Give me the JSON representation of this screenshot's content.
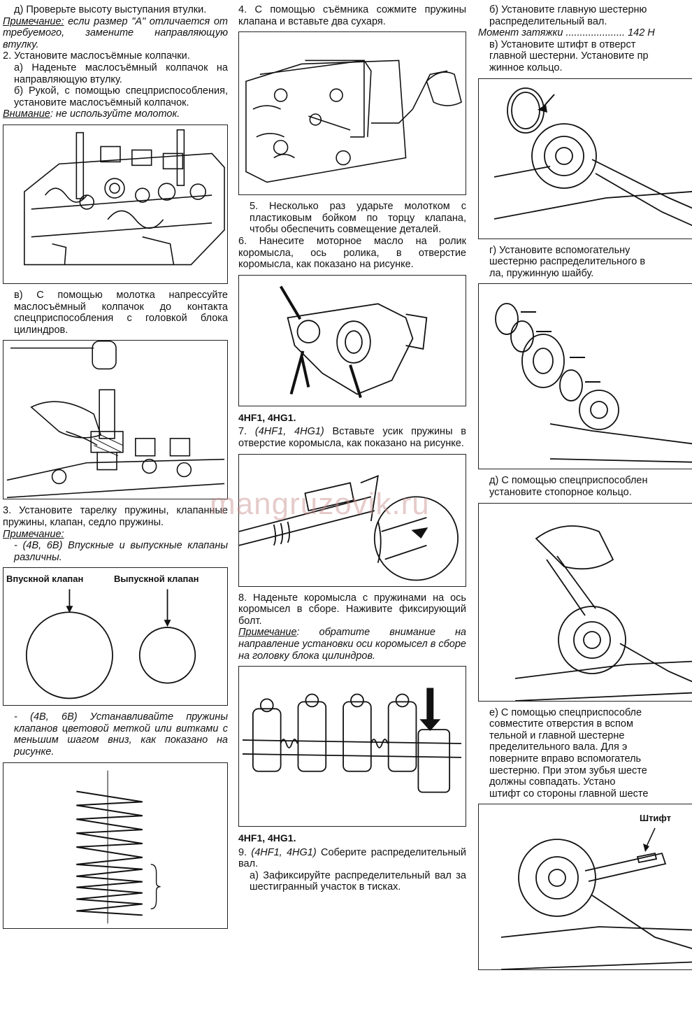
{
  "col1": {
    "p_d": "д) Проверьте высоту выступания втулки.",
    "note1_label": "Примечание:",
    "note1_text": " если размер \"А\" отличается от требуемого, замените направляющую втулку.",
    "s2": "2. Установите маслосъёмные колпачки.",
    "s2a": "а) Наденьте маслосъёмный колпачок на направляющую втулку.",
    "s2b": "б) Рукой, с помощью спецприспособления, установите маслосъёмный колпачок.",
    "warn_label": "Внимание",
    "warn_text": ": не используйте молоток.",
    "s2v": "в) С помощью молотка напрессуйте маслосъёмный колпачок до контакта спецприспособления с головкой блока цилиндров.",
    "s3": "3. Установите тарелку пружины, клапанные пружины, клапан, седло пружины.",
    "note2_label": "Примечание:",
    "note2_item": "- (4В, 6В) Впускные и выпускные клапаны различны.",
    "valve_in": "Впускной клапан",
    "valve_out": "Выпускной клапан",
    "spring_note": "- (4В, 6В) Устанавливайте пружины клапанов цветовой меткой или витками с меньшим шагом вниз, как показано на рисунке."
  },
  "col2": {
    "s4": "4. С помощью съёмника сожмите пружины клапана и вставьте два сухаря.",
    "s5": "5. Несколько раз ударьте молотком с пластиковым бойком по торцу клапана, чтобы обеспечить совмещение деталей.",
    "s6": "6. Нанесите моторное масло на ролик коромысла, ось ролика, в отверстие коромысла, как показано на рисунке.",
    "cap1": "4HF1, 4HG1.",
    "s7_num": "7. ",
    "s7_it": "(4HF1, 4HG1)",
    "s7_text": " Вставьте усик пружины в отверстие коромысла, как показано на рисунке.",
    "s8": "8. Наденьте коромысла с пружинами на ось коромысел в сборе. Наживите фиксирующий болт.",
    "note3_label": "Примечание",
    "note3_text": ": обратите внимание на направление установки оси коромысел в сборе на головку блока цилиндров.",
    "cap2": "4HF1, 4HG1.",
    "s9_num": "9. ",
    "s9_it": "(4HF1, 4HG1)",
    "s9_text": " Соберите распределительный вал.",
    "s9a": "а) Зафиксируйте распределительный вал за шестигранный участок в тисках."
  },
  "col3": {
    "b1": "б) Установите главную шестерню",
    "b2": "распределительный вал.",
    "torque": "Момент затяжки ..................... 142 Н",
    "v1": "в) Установите штифт в отверст",
    "v2": "главной шестерни. Установите пр",
    "v3": "жинное кольцо.",
    "g1": "г)   Установите   вспомогательну",
    "g2": "шестерню распределительного в",
    "g3": "ла, пружинную шайбу.",
    "d1": "д) С помощью спецприспособлен",
    "d2": "установите стопорное кольцо.",
    "e1": "е) С помощью спецприспособле",
    "e2": "совместите отверстия в вспом",
    "e3": "тельной и главной шестерне",
    "e4": "пределительного вала. Для э",
    "e5": "поверните вправо вспомогатель",
    "e6": "шестерню. При этом зубья шесте",
    "e7": "должны   совпадать.   Устано",
    "e8": "штифт со стороны главной шесте",
    "shtift": "Штифт"
  },
  "watermark": "mangruzovik.ru"
}
